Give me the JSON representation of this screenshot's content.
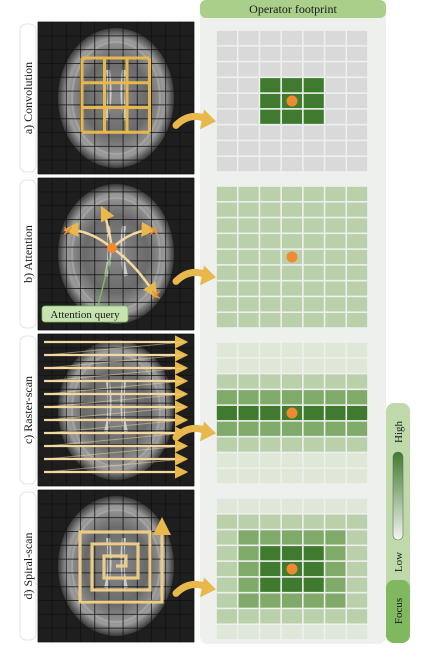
{
  "header": {
    "title": "Operator footprint"
  },
  "panels": [
    {
      "id": "a",
      "label": "a) Convolution"
    },
    {
      "id": "b",
      "label": "b) Attention",
      "query_label": "Attention query"
    },
    {
      "id": "c",
      "label": "c) Raster-scan"
    },
    {
      "id": "d",
      "label": "d) Spiral-scan"
    }
  ],
  "legend": {
    "high": "High",
    "low": "Low",
    "focus": "Focus"
  },
  "colors": {
    "header_green": "#a9cf8a",
    "footprint_bg": "#eef0ee",
    "grid_light": "#d9d9d9",
    "focus_dark": "#3f7a2f",
    "focus_mid": "#80aa6a",
    "focus_light": "#b9d0aa",
    "focus_pale": "#dfe7d8",
    "center_dot": "#f08a30",
    "arrow_gold": "#e8b84c",
    "kernel_gold": "#e8b84c"
  },
  "footprints": {
    "convolution": [
      [
        0,
        0,
        0,
        0,
        0,
        0,
        0
      ],
      [
        0,
        0,
        0,
        0,
        0,
        0,
        0
      ],
      [
        0,
        0,
        0,
        0,
        0,
        0,
        0
      ],
      [
        0,
        0,
        4,
        4,
        4,
        0,
        0
      ],
      [
        0,
        0,
        4,
        4,
        4,
        0,
        0
      ],
      [
        0,
        0,
        4,
        4,
        4,
        0,
        0
      ],
      [
        0,
        0,
        0,
        0,
        0,
        0,
        0
      ],
      [
        0,
        0,
        0,
        0,
        0,
        0,
        0
      ],
      [
        0,
        0,
        0,
        0,
        0,
        0,
        0
      ]
    ],
    "attention": [
      [
        2,
        2,
        2,
        2,
        2,
        2,
        2
      ],
      [
        2,
        2,
        2,
        2,
        2,
        2,
        2
      ],
      [
        2,
        2,
        2,
        2,
        2,
        2,
        2
      ],
      [
        2,
        2,
        2,
        2,
        2,
        2,
        2
      ],
      [
        2,
        2,
        2,
        2,
        2,
        2,
        2
      ],
      [
        2,
        2,
        2,
        2,
        2,
        2,
        2
      ],
      [
        2,
        2,
        2,
        2,
        2,
        2,
        2
      ],
      [
        2,
        2,
        2,
        2,
        2,
        2,
        2
      ],
      [
        2,
        2,
        2,
        2,
        2,
        2,
        2
      ]
    ],
    "raster": [
      [
        1,
        1,
        1,
        1,
        1,
        1,
        1
      ],
      [
        1,
        1,
        1,
        1,
        1,
        1,
        1
      ],
      [
        2,
        2,
        2,
        2,
        2,
        2,
        2
      ],
      [
        3,
        3,
        3,
        3,
        3,
        3,
        3
      ],
      [
        4,
        4,
        4,
        4,
        4,
        4,
        4
      ],
      [
        3,
        3,
        3,
        3,
        3,
        3,
        3
      ],
      [
        2,
        2,
        2,
        2,
        2,
        2,
        2
      ],
      [
        1,
        1,
        1,
        1,
        1,
        1,
        1
      ],
      [
        1,
        1,
        1,
        1,
        1,
        1,
        1
      ]
    ],
    "spiral": [
      [
        1,
        1,
        1,
        1,
        1,
        1,
        1
      ],
      [
        2,
        2,
        2,
        2,
        2,
        2,
        2
      ],
      [
        2,
        3,
        3,
        3,
        3,
        3,
        2
      ],
      [
        2,
        3,
        4,
        4,
        4,
        3,
        2
      ],
      [
        2,
        3,
        4,
        4,
        4,
        3,
        2
      ],
      [
        2,
        3,
        4,
        4,
        4,
        3,
        2
      ],
      [
        2,
        3,
        3,
        3,
        3,
        3,
        2
      ],
      [
        2,
        2,
        2,
        2,
        2,
        2,
        2
      ],
      [
        1,
        1,
        1,
        1,
        1,
        1,
        1
      ]
    ]
  }
}
